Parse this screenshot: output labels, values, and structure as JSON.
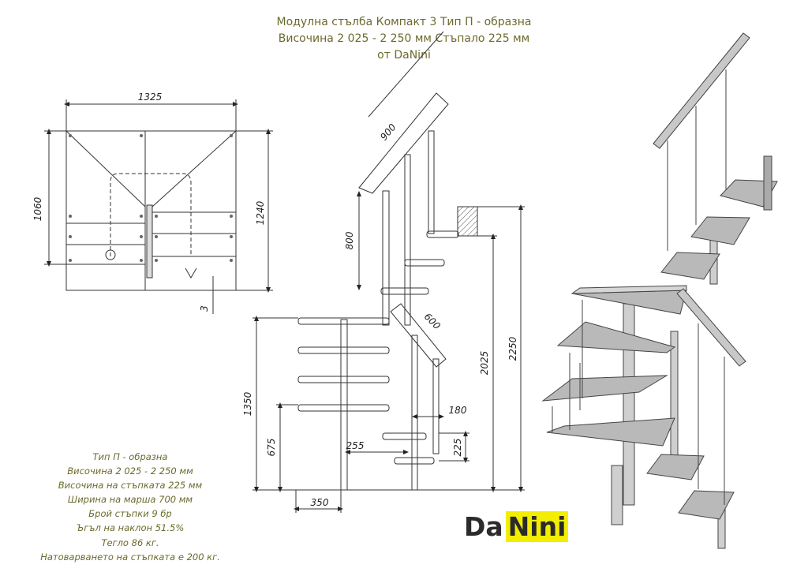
{
  "title": {
    "line1": "Модулна стълба Компакт 3 Тип П - образна",
    "line2": "Височина 2 025 - 2 250 мм Стъпало 225 мм",
    "line3": "от DaNini"
  },
  "specs": [
    "Тип П - образна",
    "Височина 2 025 - 2 250 мм",
    "Височина на стъпката 225 мм",
    "Ширина на марша 700 мм",
    "Брой стъпки 9 бр",
    "Ъгъл на наклон 51.5%",
    "Тегло 86 кг.",
    "Натоварването на стъпката е 200 кг."
  ],
  "plan_dims": {
    "width": "1325",
    "depth": "1060",
    "right": "1240",
    "gap": "3"
  },
  "side_dims": {
    "handrail_top": "900",
    "rail_height": "800",
    "handrail_lower": "600",
    "h1350": "1350",
    "h675": "675",
    "h2025": "2025",
    "h2250": "2250",
    "d180": "180",
    "d255": "255",
    "d225": "225",
    "d350": "350"
  },
  "logo": {
    "part1": "Da",
    "part2": "Nini"
  },
  "colors": {
    "title": "#6b6a2c",
    "logo_bg": "#f3ee00",
    "tread": "#b9b9b9"
  }
}
